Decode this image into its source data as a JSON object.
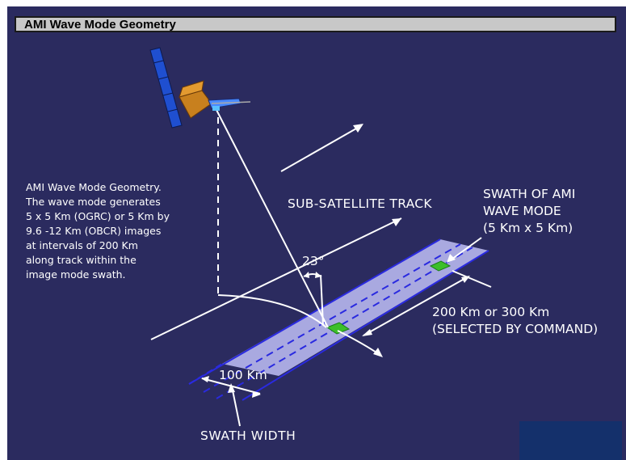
{
  "title": "AMI Wave Mode Geometry",
  "description": [
    "AMI Wave Mode Geometry.",
    "The wave mode generates",
    "5 x 5 Km (OGRC) or 5 Km by",
    "9.6 -12 Km (OBCR) images",
    "at intervals of 200 Km",
    "along track within the",
    "image mode swath."
  ],
  "labels": {
    "sub_satellite_track": "SUB-SATELLITE TRACK",
    "swath_of_ami": "SWATH OF AMI",
    "wave_mode": "WAVE MODE",
    "wave_mode_size": "(5 Km x 5 Km)",
    "angle": "23°",
    "distance": "200 Km or 300 Km",
    "selected_by_command": "(SELECTED BY COMMAND)",
    "swath_km": "100 Km",
    "swath_width": "SWATH WIDTH"
  },
  "colors": {
    "background": "#2b2b5f",
    "title_bar": "#c8c8c8",
    "swath_fill": "#a9a9e0",
    "swath_edge": "#2a2ae0",
    "wave_cell": "#3cbf2a",
    "solar_panel": "#1f4fd0",
    "satellite_body": "#c8801e",
    "lines": "#ffffff"
  }
}
